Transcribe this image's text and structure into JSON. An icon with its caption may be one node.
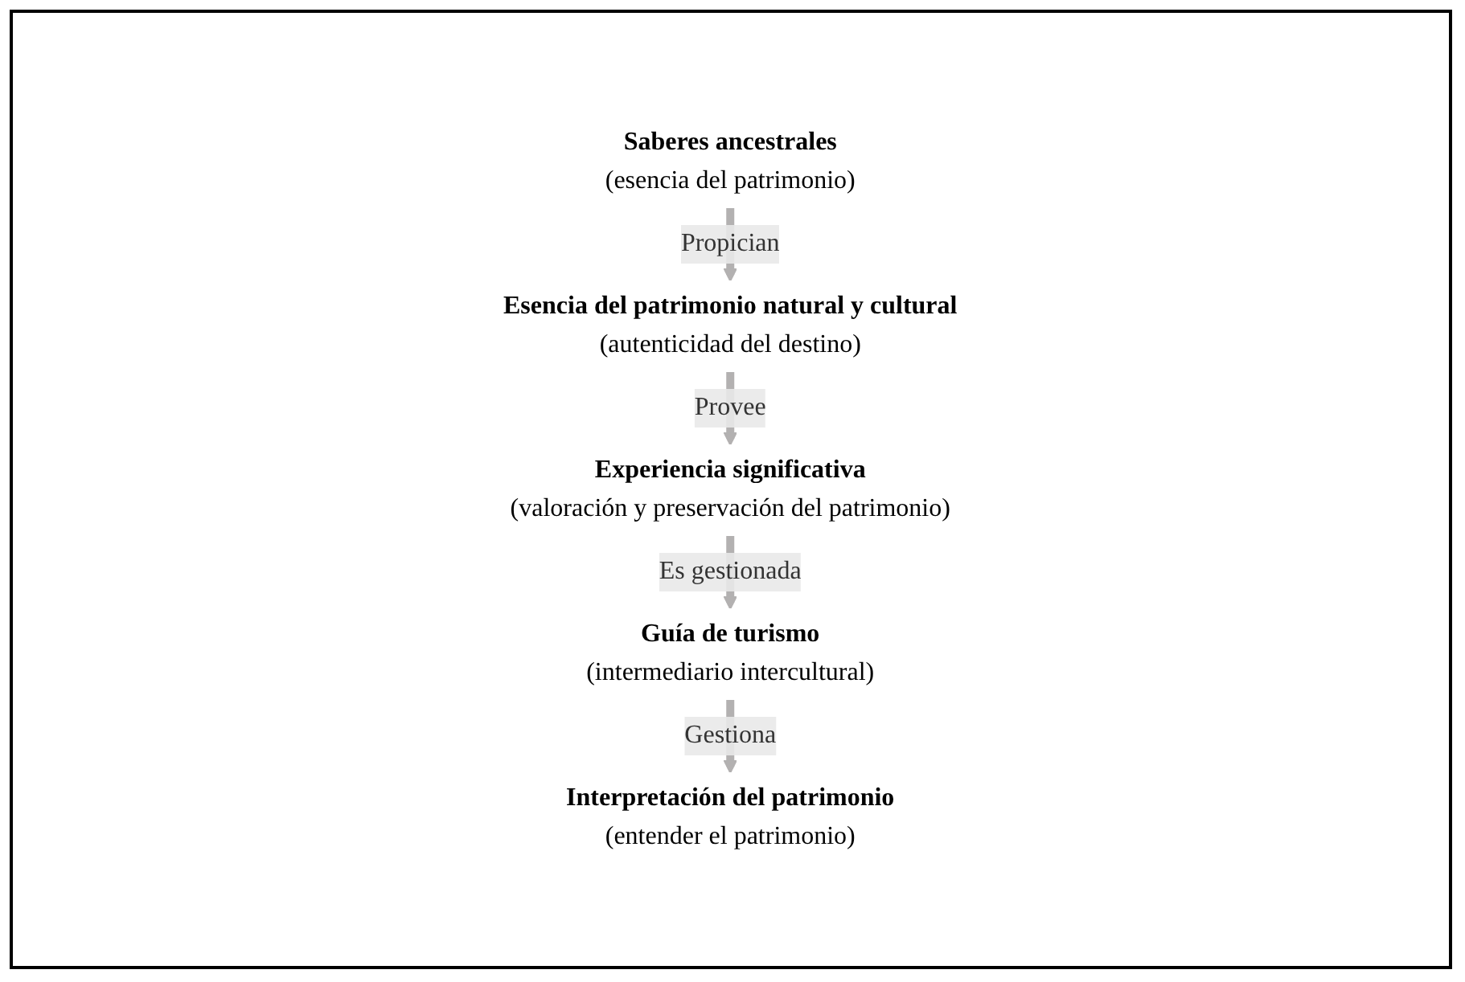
{
  "diagram": {
    "nodes": [
      {
        "text": [
          "Guía de turismo",
          "(intermediario intercultural)"
        ]
      },
      {
        "text": [
          "Interpretación del patrimonio",
          "(entender el patrimonio)"
        ]
      },
      {
        "text": [
          "Saberes ancestrales",
          "(esencia del patrimonio)"
        ]
      },
      {
        "text": [
          "Esencia del patrimonio natural y cultural",
          "(autenticidad del destino)"
        ]
      },
      {
        "text": [
          "Experiencia significativa",
          "(valoración y preservación del patrimonio)"
        ]
      }
    ],
    "edges": [
      {
        "from": 2,
        "to": 3,
        "arrow": "to",
        "label": "Propician"
      },
      {
        "from": 3,
        "to": 4,
        "arrow": "to",
        "label": "Provee"
      },
      {
        "from": 4,
        "to": 0,
        "arrow": "to",
        "label": "Es gestionada"
      },
      {
        "from": 0,
        "to": 1,
        "arrow": "to",
        "label": "Gestiona"
      }
    ]
  }
}
